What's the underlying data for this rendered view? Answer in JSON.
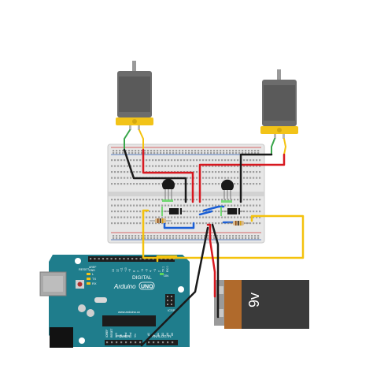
{
  "board": {
    "brand": "Arduino",
    "model": "UNO",
    "digital_label": "DIGITAL",
    "aref_label": "AREF",
    "gnd_label": "GND",
    "icsp_label": "ICSP",
    "power_label": "POWER",
    "analog_label": "ANALOG IN",
    "on_label": "ON",
    "tx_label": "TX",
    "rx_label": "RX",
    "l_label": "L",
    "reset_label": "RESET",
    "website": "www.arduino.cc",
    "power_pins": [
      "IOREF",
      "RESET",
      "3V3",
      "5V",
      "Gnd",
      "Gnd",
      "Vin"
    ],
    "analog_pins": [
      "A0",
      "A1",
      "A2",
      "A3",
      "A4",
      "A5"
    ],
    "digital_pins": [
      "13",
      "12",
      "~11",
      "~10",
      "~9",
      "8",
      "7",
      "~6",
      "~5",
      "4",
      "~3",
      "2",
      "TX 1",
      "RX 0"
    ]
  },
  "battery": {
    "label": "9v",
    "color": "#b06a2c"
  },
  "colors": {
    "wire_red": "#d71920",
    "wire_black": "#1a1a1a",
    "wire_blue": "#1b5fd6",
    "wire_yellow": "#f4c20d",
    "wire_green": "#3aa64b",
    "board_teal": "#1f7d8c",
    "breadboard": "#e4e4e4"
  },
  "icons": {
    "motor": "dc-motor-icon",
    "transistor": "npn-transistor-icon",
    "diode": "diode-icon",
    "resistor": "resistor-icon",
    "battery": "battery-9v-icon",
    "usb": "usb-port-icon",
    "power_jack": "power-jack-icon"
  }
}
